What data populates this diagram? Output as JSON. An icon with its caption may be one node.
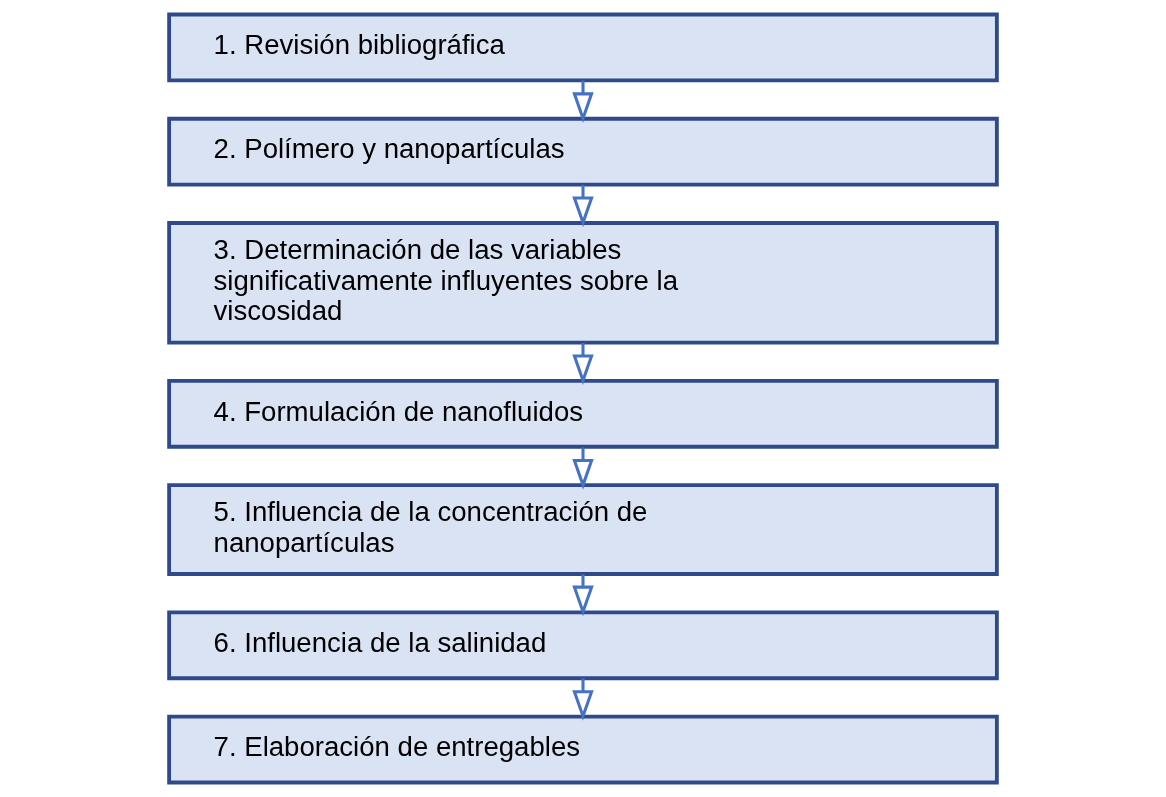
{
  "diagram": {
    "nodes": [
      {
        "text": [
          "1. Revisión bibliográfica"
        ]
      },
      {
        "text": [
          "2. Polímero y nanopartículas"
        ]
      },
      {
        "text": [
          "3. Determinación de las variables significativamente influyentes sobre la viscosidad"
        ]
      },
      {
        "text": [
          "4. Formulación de nanofluidos"
        ]
      },
      {
        "text": [
          "5. Influencia de la concentración de nanopartículas"
        ]
      },
      {
        "text": [
          "6. Influencia de la salinidad"
        ]
      },
      {
        "text": [
          "7. Elaboración de entregables"
        ]
      }
    ],
    "edges": [
      {
        "from": 0,
        "to": 1,
        "arrow": "to"
      },
      {
        "from": 1,
        "to": 2,
        "arrow": "to"
      },
      {
        "from": 2,
        "to": 3,
        "arrow": "to"
      },
      {
        "from": 3,
        "to": 4,
        "arrow": "to"
      },
      {
        "from": 4,
        "to": 5,
        "arrow": "to"
      },
      {
        "from": 5,
        "to": 6,
        "arrow": "to"
      }
    ]
  }
}
